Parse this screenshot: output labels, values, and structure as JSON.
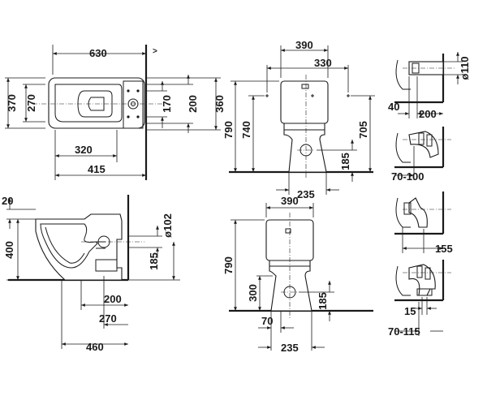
{
  "plan": {
    "dim_630": "630",
    "dim_370": "370",
    "dim_270": "270",
    "dim_170": "170",
    "dim_200": "200",
    "dim_360": "360",
    "dim_320": "320",
    "dim_415": "415",
    "wall_mark": ">"
  },
  "side_view": {
    "dim_20": "20",
    "dim_400": "400",
    "dim_102": "ø102",
    "dim_185": "185",
    "dim_200": "200",
    "dim_270": "270",
    "dim_460": "460"
  },
  "front_view": {
    "dim_390": "390",
    "dim_330": "330",
    "dim_790": "790",
    "dim_740": "740",
    "dim_705": "705",
    "dim_185": "185",
    "dim_235": "235"
  },
  "rear_view": {
    "dim_390": "390",
    "dim_790": "790",
    "dim_300": "300",
    "dim_185": "185",
    "dim_70": "70",
    "dim_235": "235"
  },
  "connections": {
    "dim_110": "ø110",
    "dim_40": "40",
    "dim_200": "200",
    "dim_70_100": "70-100",
    "dim_155": "155",
    "dim_15": "15",
    "dim_70_115": "70-115"
  }
}
